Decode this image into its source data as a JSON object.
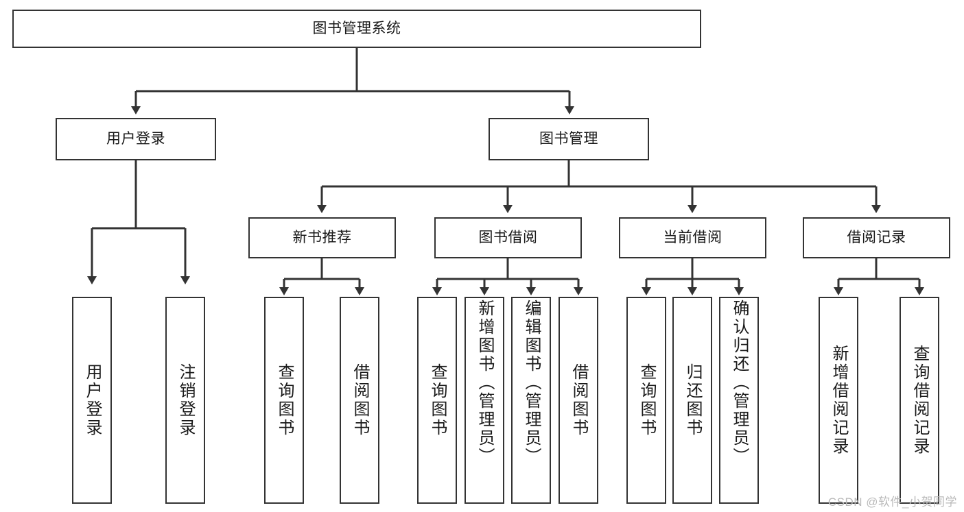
{
  "diagram": {
    "title": "图书管理系统",
    "type": "tree-hierarchy-chart",
    "watermark": "CSDN @软件_小贺同学",
    "colors": {
      "box_border": "#333333",
      "box_fill": "#ffffff",
      "connector": "#333333",
      "text": "#1a1a1a",
      "watermark": "#b9b9b9"
    },
    "root": {
      "label": "图书管理系统"
    },
    "level2": [
      {
        "label": "用户登录"
      },
      {
        "label": "图书管理"
      }
    ],
    "level3": [
      {
        "label": "新书推荐"
      },
      {
        "label": "图书借阅"
      },
      {
        "label": "当前借阅"
      },
      {
        "label": "借阅记录"
      }
    ],
    "leaves": {
      "user_login": [
        {
          "label": "用户登录"
        },
        {
          "label": "注销登录"
        }
      ],
      "new_book_recommend": [
        {
          "label": "查询图书"
        },
        {
          "label": "借阅图书"
        }
      ],
      "book_borrow": [
        {
          "label": "查询图书"
        },
        {
          "label": "新增图书（管理员）"
        },
        {
          "label": "编辑图书（管理员）"
        },
        {
          "label": "借阅图书"
        }
      ],
      "current_borrow": [
        {
          "label": "查询图书"
        },
        {
          "label": "归还图书"
        },
        {
          "label": "确认归还（管理员）"
        }
      ],
      "borrow_record": [
        {
          "label": "新增借阅记录"
        },
        {
          "label": "查询借阅记录"
        }
      ]
    }
  }
}
